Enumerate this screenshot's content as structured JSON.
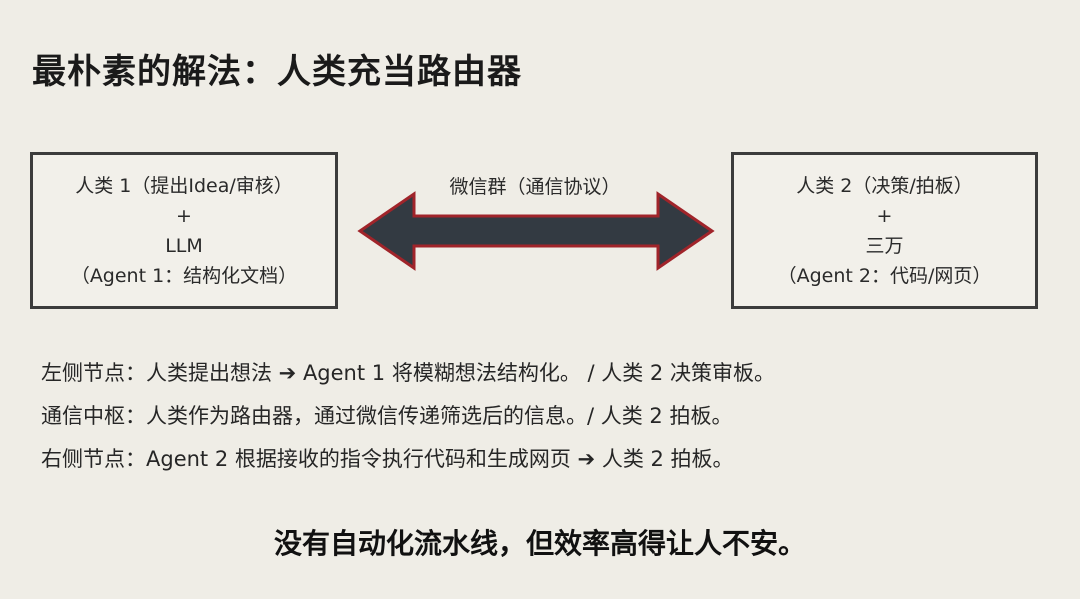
{
  "title": "最朴素的解法：人类充当路由器",
  "diagram": {
    "left_node": {
      "lines": [
        "人类 1（提出Idea/审核）",
        "+",
        "LLM",
        "（Agent 1：结构化文档）"
      ]
    },
    "right_node": {
      "lines": [
        "人类 2（决策/拍板）",
        "+",
        "三万",
        "（Agent 2：代码/网页）"
      ]
    },
    "edge": {
      "label": "微信群（通信协议）",
      "direction": "bidirectional"
    }
  },
  "bullets": [
    "左侧节点：人类提出想法 ➔ Agent 1 将模糊想法结构化。 / 人类 2 决策审板。",
    "通信中枢：人类作为路由器，通过微信传递筛选后的信息。/ 人类 2 拍板。",
    "右侧节点：Agent 2 根据接收的指令执行代码和生成网页 ➔ 人类 2 拍板。"
  ],
  "conclusion": "没有自动化流水线，但效率高得让人不安。",
  "colors": {
    "background": "#efede6",
    "arrow_fill": "#333a42",
    "arrow_outline": "#a0242a",
    "box_border": "#3c3c3c"
  }
}
